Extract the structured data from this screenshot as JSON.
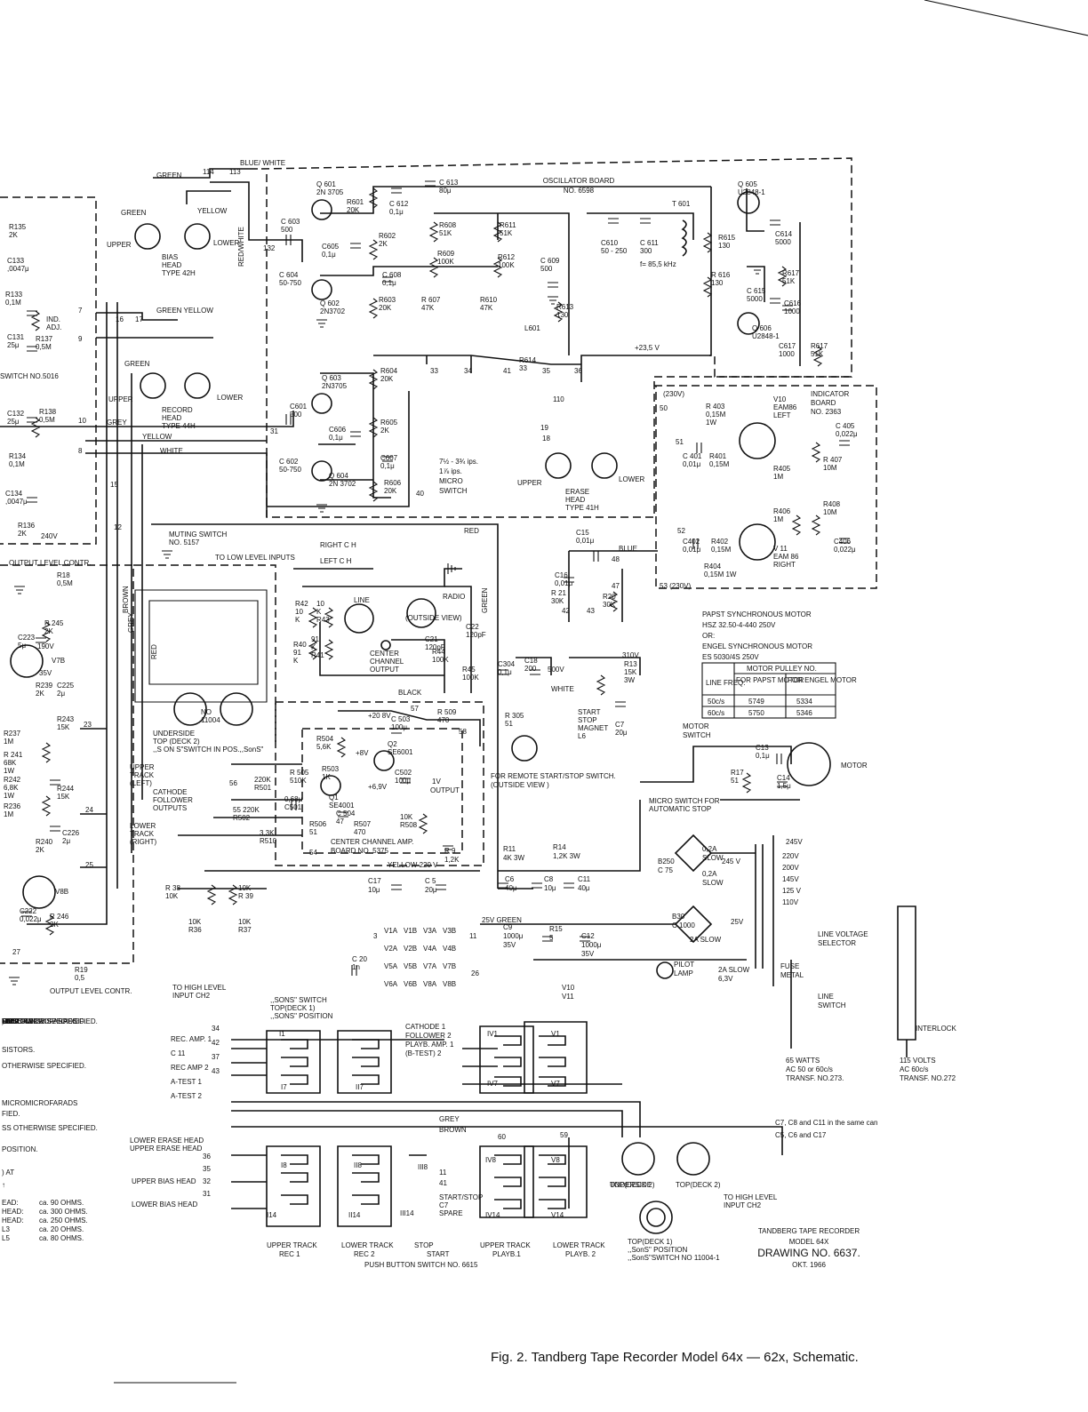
{
  "caption": "Fig. 2. Tandberg Tape Recorder Model 64x — 62x, Schematic.",
  "title_block": {
    "line1": "TANDBERG TAPE RECORDER",
    "line2": "MODEL 64X",
    "line3": "DRAWING NO. 6637.",
    "line4": "OKT. 1966"
  },
  "boards": {
    "oscillator": [
      "OSCILLATOR BOARD",
      "NO. 6598"
    ],
    "indicator": [
      "INDICATOR",
      "BOARD",
      "NO. 2363"
    ],
    "center_amp": [
      "CENTER CHANNEL AMP.",
      "BOARD NO. 5375"
    ]
  },
  "heads": {
    "bias": [
      "BIAS",
      "HEAD",
      "TYPE 42H"
    ],
    "record": [
      "RECORD",
      "HEAD",
      "TYPE 44H"
    ],
    "erase": [
      "ERASE",
      "HEAD",
      "TYPE 41H"
    ],
    "upper": "UPPER",
    "lower": "LOWER"
  },
  "transistors": [
    {
      "name": "Q 601",
      "type": "2N 3705"
    },
    {
      "name": "Q 602",
      "type": "2N3702"
    },
    {
      "name": "Q 603",
      "type": "2N3705"
    },
    {
      "name": "Q 604",
      "type": "2N 3702"
    },
    {
      "name": "Q 605",
      "type": "U2848-1"
    },
    {
      "name": "Q 606",
      "type": "U2848-1"
    }
  ],
  "osc_parts": {
    "c603": [
      "C 603",
      "500"
    ],
    "c604": [
      "C 604",
      "50-750"
    ],
    "c605": [
      "C605",
      "0,1μ"
    ],
    "r601": [
      "R601",
      "20K"
    ],
    "c612": [
      "C 612",
      "0,1μ"
    ],
    "c613": [
      "C 613",
      "80μ"
    ],
    "r602": [
      "R602",
      "2K"
    ],
    "c608": [
      "C 608",
      "0,1μ"
    ],
    "r603": [
      "R603",
      "20K"
    ],
    "r608": [
      "R608",
      "51K"
    ],
    "r609": [
      "R609",
      "100K"
    ],
    "r607": [
      "R 607",
      "47K"
    ],
    "r611": [
      "R611",
      "51K"
    ],
    "r612": [
      "R612",
      "100K"
    ],
    "r610": [
      "R610",
      "47K"
    ],
    "c609": [
      "C 609",
      "500"
    ],
    "r613": [
      "R613",
      "130"
    ],
    "l601": "L601",
    "c610": [
      "C610",
      "50 - 250"
    ],
    "c611": [
      "C 611",
      "300"
    ],
    "freq": "f= 85,5 kHz",
    "t601": "T 601",
    "r615": [
      "R615",
      "130"
    ],
    "r616": [
      "R 616",
      "130"
    ],
    "c614": [
      "C614",
      "5000"
    ],
    "c615": [
      "C 615",
      "5000"
    ],
    "r617a": [
      "R617",
      "51K"
    ],
    "c616": [
      "C616",
      "1000"
    ],
    "c617": [
      "C617",
      "1000"
    ],
    "r617b": [
      "R617",
      "51K"
    ],
    "v235": "+23,5 V",
    "r614": [
      "R614",
      "33"
    ],
    "c601": [
      "C601",
      "500"
    ],
    "c602": [
      "C 602",
      "50-750"
    ],
    "c606": [
      "C606",
      "0,1μ"
    ],
    "r604": [
      "R604",
      "20K"
    ],
    "r605": [
      "R605",
      "2K"
    ],
    "c607": [
      "C607",
      "0,1μ"
    ],
    "r606": [
      "R606",
      "20K"
    ]
  },
  "micro_switch": [
    "7½ - 3¾ ips.",
    "1⅞ ips.",
    "MICRO",
    "SWITCH"
  ],
  "indicator_parts": {
    "v10": [
      "V10",
      "EAM86",
      "LEFT"
    ],
    "v11": [
      "V 11",
      "EAM 86",
      "RIGHT"
    ],
    "r403": [
      "R 403",
      "0,15M",
      "1W"
    ],
    "c405": [
      "C 405",
      "0,022μ"
    ],
    "c401": [
      "C 401",
      "0,01μ"
    ],
    "r401": [
      "R401",
      "0,15M"
    ],
    "r405": [
      "R405",
      "1M"
    ],
    "r407": [
      "R 407",
      "10M"
    ],
    "r406": [
      "R406",
      "1M"
    ],
    "r408": [
      "R408",
      "10M"
    ],
    "c402": [
      "C402",
      "0,01μ"
    ],
    "r402": [
      "R402",
      "0,15M"
    ],
    "r404": [
      "R404",
      "0,15M 1W"
    ],
    "c406": [
      "C406",
      "0,022μ"
    ],
    "v230a": "(230V)",
    "v230b": "53 (230V)"
  },
  "left_edge": {
    "r135": [
      "R135",
      "2K"
    ],
    "c133": [
      "C133",
      ",0047μ"
    ],
    "r133": [
      "R133",
      "0,1M"
    ],
    "ind_adj": [
      "IND.",
      "ADJ."
    ],
    "c131": [
      "C131",
      "25μ"
    ],
    "r137": [
      "R137",
      "0,5M"
    ],
    "switch": "SWITCH NO.5016",
    "c132": [
      "C132",
      "25μ"
    ],
    "r138": [
      "R138",
      "0,5M"
    ],
    "r134": [
      "R134",
      "0,1M"
    ],
    "c134": [
      "C134",
      ",0047μ"
    ],
    "r136": [
      "R136",
      "2K"
    ],
    "v240": "240V",
    "out_level": "OUTPUT LEVEL CONTR.",
    "r18": [
      "R18",
      "0,5M"
    ],
    "r245": [
      "R 245",
      "2K"
    ],
    "c223": [
      "C223",
      "5μ"
    ],
    "v190": "190V",
    "v7b": "V7B",
    "v35": "35V",
    "r239": [
      "R239",
      "2K"
    ],
    "c225": [
      "C225",
      "2μ"
    ],
    "r237": [
      "R237",
      "1M"
    ],
    "r241": [
      "R 241",
      "68K",
      "1W"
    ],
    "r243": [
      "R243",
      "15K"
    ],
    "r242": [
      "R242",
      "6,8K",
      "1W"
    ],
    "r244": [
      "R244",
      "15K"
    ],
    "r238": [
      "R236",
      "1M"
    ],
    "r240": [
      "R240",
      "2K"
    ],
    "c226": [
      "C226",
      "2μ"
    ],
    "v8b": "V8B",
    "c222": [
      "C222",
      "0,022μ"
    ],
    "r246": [
      "R 246",
      "2K"
    ],
    "r19": [
      "R19",
      "0,5"
    ],
    "out_level2": "OUTPUT LEVEL CONTR."
  },
  "muting": [
    "MUTING SWITCH",
    "NO. 5157"
  ],
  "inputs": {
    "low": "TO LOW LEVEL INPUTS",
    "right": "RIGHT C H",
    "left": "LEFT C H",
    "line": "LINE",
    "radio": "RADIO",
    "outside": "(OUTSIDE VIEW)",
    "center": [
      "CENTER",
      "CHANNEL",
      "OUTPUT"
    ],
    "high1": [
      "TO HIGH LEVEL",
      "INPUT CH2"
    ],
    "high2": [
      "TO HIGH LEVEL",
      "INPUT CH2"
    ]
  },
  "center_amp_parts": {
    "r42": [
      "R42",
      "10",
      "K"
    ],
    "r43": [
      "10",
      "K",
      "R43"
    ],
    "r40": [
      "R40",
      "91",
      "K"
    ],
    "r41": [
      "91",
      "K",
      "R41"
    ],
    "c21": [
      "C21",
      "120pF"
    ],
    "c22": [
      "C22",
      "120pF"
    ],
    "r44": [
      "R44",
      "100K"
    ],
    "r45": [
      "R45",
      "100K"
    ],
    "v208": "+20 8V",
    "c503": [
      "C 503",
      "100μ"
    ],
    "r509": [
      "R 509",
      "470"
    ],
    "r504": [
      "R504",
      "5,6K"
    ],
    "q2": [
      "Q2",
      "SE6001"
    ],
    "v8": "+8V",
    "r503": [
      "R503",
      "1K"
    ],
    "r505": [
      "R 505",
      "510K"
    ],
    "v69": "+6,9V",
    "q1": [
      "Q1",
      "SE4001"
    ],
    "c502": [
      "C502",
      "100μ"
    ],
    "v1": "1V",
    "output": "OUTPUT",
    "r501": [
      "220K",
      "R501"
    ],
    "c501": [
      "0,68μ",
      "C501"
    ],
    "r502": [
      "55 220K",
      "R502"
    ],
    "r506": [
      "R506",
      "51"
    ],
    "c504": [
      "C 504",
      "47"
    ],
    "r507": [
      "R507",
      "470"
    ],
    "r508": [
      "10K",
      "R508"
    ],
    "r510": [
      "3,3K",
      "R510"
    ],
    "v220": "YELLOW 220 V"
  },
  "switches": {
    "sons": [
      "UNDERSIDE",
      "TOP (DECK 2)",
      ",,S ON S\"SWITCH IN POS.,,SonS\""
    ],
    "no": [
      "NO",
      "11004"
    ],
    "sons2": [
      ",,SONS\" SWITCH",
      "TOP(DECK 1)",
      ",,SONS\" POSITION"
    ],
    "underside2": [
      "UNDERSIDE",
      "TOP(DECK 2)"
    ],
    "top3": [
      "TOP(DECK 1)",
      ",,SonS\" POSITION",
      ",,SonS\"SWITCH NO 11004-1"
    ]
  },
  "tracks": {
    "upper": [
      "UPPER",
      "TRACK",
      "(LEFT)"
    ],
    "cathode": [
      "CATHODE",
      "FOLLOWER",
      "OUTPUTS"
    ],
    "lower": [
      "LOWER",
      "TRACK",
      "(RIGHT)"
    ]
  },
  "remote": {
    "r21": [
      "R 21",
      "30K"
    ],
    "r20": [
      "R20",
      "30K"
    ],
    "c15": [
      "C15",
      "0,01μ"
    ],
    "c16": [
      "C16",
      "0,01μ"
    ],
    "c304": [
      "C304",
      "0,1μ"
    ],
    "c18": [
      "C18",
      "200"
    ],
    "v500": "500V",
    "v310": "310V",
    "r13": [
      "R13",
      "15K",
      "3W"
    ],
    "r305": [
      "R 305",
      "51"
    ],
    "start": [
      "START",
      "STOP",
      "MAGNET",
      "L6"
    ],
    "c7": [
      "C7",
      "20μ"
    ],
    "text": [
      "FOR REMOTE START/STOP SWITCH.",
      "(OUTSIDE VIEW )"
    ]
  },
  "motor": {
    "papst": [
      "PAPST SYNCHRONOUS MOTOR",
      "HSZ 32.50-4-440 250V",
      "OR:",
      "ENGEL SYNCHRONOUS MOTOR",
      "ES 5030/4S 250V"
    ],
    "table": {
      "header": "MOTOR PULLEY NO.",
      "cols": [
        "LINE FREQ.",
        "FOR PAPST MOTOR",
        "FOR ENGEL MOTOR"
      ],
      "rows": [
        [
          "50c/s",
          "5749",
          "5334"
        ],
        [
          "60c/s",
          "5750",
          "5346"
        ]
      ]
    },
    "motor_switch": [
      "MOTOR",
      "SWITCH"
    ],
    "motor": "MOTOR",
    "c13": [
      "C13",
      "0,1μ"
    ],
    "c14": [
      "C14",
      "1,5μ"
    ],
    "r17": [
      "R17",
      "51"
    ],
    "micro": [
      "MICRO SWITCH FOR",
      "AUTOMATIC STOP"
    ]
  },
  "power": {
    "r11": [
      "R11",
      "4K 3W"
    ],
    "r14": [
      "R14",
      "1,2K 3W"
    ],
    "r9": [
      "R 9",
      "1,2K"
    ],
    "c17": [
      "C17",
      "10μ"
    ],
    "c5": [
      "C 5",
      "20μ"
    ],
    "c6": [
      "C6",
      "40μ"
    ],
    "c8": [
      "C8",
      "10μ"
    ],
    "c11": [
      "C11",
      "40μ"
    ],
    "b250": [
      "B250",
      "C 75"
    ],
    "b30": [
      "B30",
      "C 1000"
    ],
    "fuse1": [
      "0,2A",
      "SLOW"
    ],
    "fuse2": [
      "0,2A",
      "SLOW"
    ],
    "fuse3": "2A SLOW",
    "fuse4": [
      "2A SLOW",
      "6,3V"
    ],
    "v245a": "245V",
    "v245b": "245 V",
    "taps": [
      "220V",
      "200V",
      "145V",
      "125 V",
      "110V"
    ],
    "v25": "25V",
    "c9": [
      "C9",
      "1000μ",
      "35V"
    ],
    "r15": [
      "R15",
      "5"
    ],
    "c12": [
      "C12",
      "1000μ",
      "35V"
    ],
    "v25g": "25V GREEN",
    "pilot": [
      "PILOT",
      "LAMP"
    ],
    "v10v11": [
      "V10",
      "V11"
    ],
    "line_voltage": [
      "LINE VOLTAGE",
      "SELECTOR"
    ],
    "fuse": [
      "FUSE",
      "METAL"
    ],
    "line_switch": [
      "LINE",
      "SWITCH"
    ],
    "watts": [
      "65 WATTS",
      "AC 50 or 60c/s",
      "TRANSF. NO.273."
    ],
    "volts": [
      "115 VOLTS",
      "AC 60c/s",
      "TRANSF. NO.272"
    ],
    "interlock": "INTERLOCK"
  },
  "tubes": {
    "row1": [
      "V1A",
      "V1B",
      "V3A",
      "V3B"
    ],
    "row2": [
      "V2A",
      "V2B",
      "V4A",
      "V4B"
    ],
    "row3": [
      "V5A",
      "V5B",
      "V7A",
      "V7B"
    ],
    "row4": [
      "V6A",
      "V6B",
      "V8A",
      "V8B"
    ]
  },
  "vol_ctrl": {
    "r38": [
      "R 38",
      "10K"
    ],
    "r39": [
      "10K",
      "R 39"
    ],
    "r36": [
      "10K",
      "R36"
    ],
    "r37": [
      "10K",
      "R37"
    ],
    "c20": [
      "C 20",
      "1n"
    ]
  },
  "pushbutton": {
    "left_labels": [
      "REC. AMP. 1",
      "C 11",
      "REC AMP 2",
      "A-TEST 1",
      "A-TEST 2"
    ],
    "left_nums": [
      "34",
      "42",
      "37",
      "43"
    ],
    "right_labels": [
      "CATHODE 1",
      "FOLLOWER 2",
      "PLAYB. AMP. 1",
      "(B-TEST) 2"
    ],
    "erase_labels": [
      "LOWER ERASE HEAD",
      "UPPER ERASE HEAD"
    ],
    "bias_labels": [
      "UPPER BIAS HEAD",
      "LOWER BIAS HEAD"
    ],
    "nums2": [
      "36",
      "35",
      "32",
      "31"
    ],
    "start_stop": [
      "START/STOP",
      "C7",
      "SPARE"
    ],
    "nums3": [
      "11",
      "41"
    ],
    "bottom": [
      "UPPER TRACK",
      "REC 1",
      "LOWER TRACK",
      "REC 2",
      "STOP",
      "START",
      "UPPER TRACK",
      "PLAYB.1",
      "LOWER TRACK",
      "PLAYB. 2"
    ],
    "name": "PUSH BUTTON SWITCH NO. 6615",
    "contacts": [
      "I1",
      "I7",
      "I8",
      "I14",
      "II7",
      "II8",
      "II14",
      "III8",
      "III14",
      "IV1",
      "IV7",
      "IV8",
      "IV14",
      "V1",
      "V7",
      "V8",
      "V14"
    ],
    "wires": [
      "GREY",
      "BROWN"
    ],
    "nums4": [
      "60",
      "59"
    ]
  },
  "notes_left": [
    "HMS",
    "SISTORS.",
    "OTHERWISE SPECIFIED.",
    "MICROMICROFARADS",
    "FIED.",
    "SS OTHERWISE SPECIFIED.",
    "POSITION.",
    ") AT",
    "↑"
  ],
  "ohms": [
    [
      "EAD:",
      "ca. 90 OHMS."
    ],
    [
      "HEAD:",
      "ca. 300 OHMS."
    ],
    [
      "HEAD:",
      "ca. 250 OHMS."
    ],
    [
      "L3",
      "ca. 20 OHMS."
    ],
    [
      "L5",
      "ca. 80 OHMS."
    ]
  ],
  "can_note": [
    "C7, C8 and C11 in the same can",
    "C5, C6 and C17"
  ],
  "colors": {
    "top": [
      "GREEN",
      "BLUE/ WHITE",
      "GREEN",
      "YELLOW",
      "GREEN YELLOW",
      "GREEN",
      "RED/WHITE",
      "GREY",
      "YELLOW",
      "WHITE"
    ],
    "misc": [
      "RED",
      "BLUE",
      "BLACK",
      "WHITE",
      "BROWN",
      "RED",
      "GREY",
      "GREEN"
    ]
  },
  "node_nums": [
    "113",
    "114",
    "132",
    "31",
    "33",
    "34",
    "40",
    "41",
    "35",
    "36",
    "50",
    "51",
    "52",
    "7",
    "9",
    "10",
    "8",
    "23",
    "24",
    "25",
    "27",
    "57",
    "58",
    "56",
    "54",
    "48",
    "47",
    "42",
    "43",
    "3",
    "26",
    "11",
    "110",
    "19",
    "18",
    "16",
    "17",
    "15",
    "12"
  ]
}
